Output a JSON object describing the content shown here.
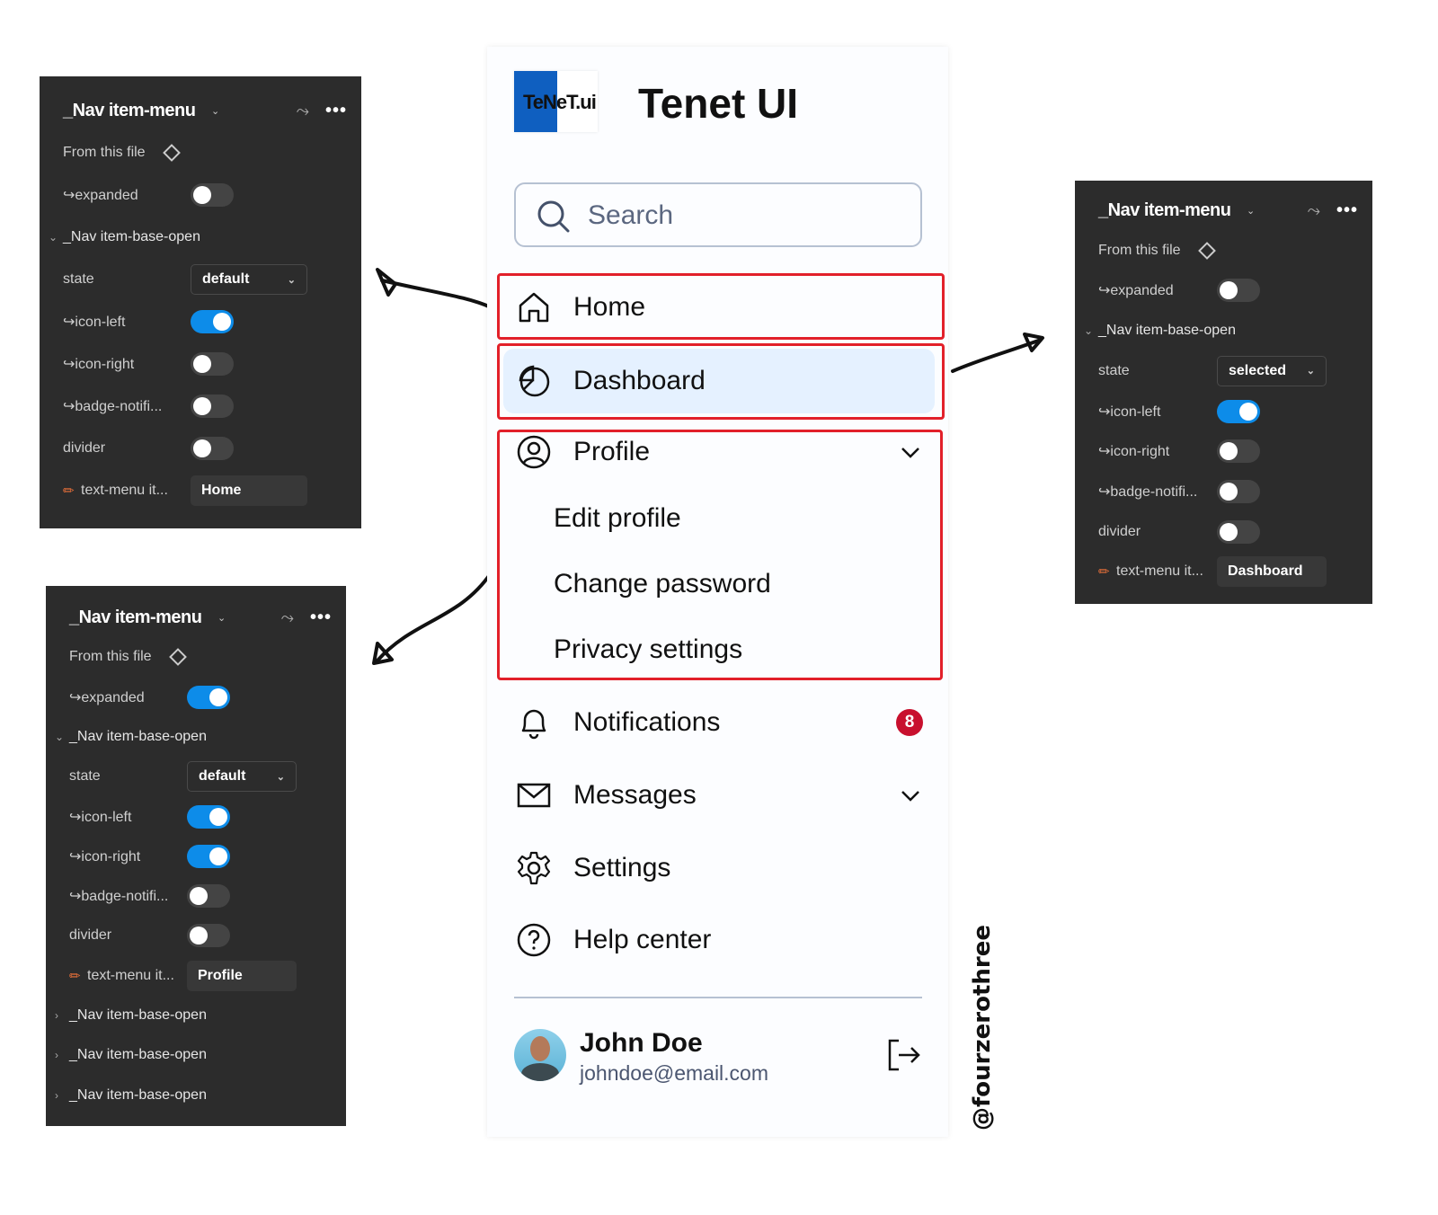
{
  "panels": [
    {
      "title": "_Nav item-menu",
      "from_file": "From this file",
      "rows": [
        {
          "type": "toggle",
          "label": "↪expanded",
          "on": false
        },
        {
          "type": "group",
          "label": "_Nav item-base-open",
          "open": true
        },
        {
          "type": "select",
          "label": "state",
          "value": "default"
        },
        {
          "type": "toggle",
          "label": "↪icon-left",
          "on": true
        },
        {
          "type": "toggle",
          "label": "↪icon-right",
          "on": false
        },
        {
          "type": "toggle",
          "label": "↪badge-notifi...",
          "on": false
        },
        {
          "type": "toggle",
          "label": "divider",
          "on": false
        },
        {
          "type": "text",
          "label": "text-menu it...",
          "value": "Home"
        }
      ]
    },
    {
      "title": "_Nav item-menu",
      "from_file": "From this file",
      "rows": [
        {
          "type": "toggle",
          "label": "↪expanded",
          "on": false
        },
        {
          "type": "group",
          "label": "_Nav item-base-open",
          "open": true
        },
        {
          "type": "select",
          "label": "state",
          "value": "selected"
        },
        {
          "type": "toggle",
          "label": "↪icon-left",
          "on": true
        },
        {
          "type": "toggle",
          "label": "↪icon-right",
          "on": false
        },
        {
          "type": "toggle",
          "label": "↪badge-notifi...",
          "on": false
        },
        {
          "type": "toggle",
          "label": "divider",
          "on": false
        },
        {
          "type": "text",
          "label": "text-menu it...",
          "value": "Dashboard"
        }
      ]
    },
    {
      "title": "_Nav item-menu",
      "from_file": "From this file",
      "rows": [
        {
          "type": "toggle",
          "label": "↪expanded",
          "on": true
        },
        {
          "type": "group",
          "label": "_Nav item-base-open",
          "open": true
        },
        {
          "type": "select",
          "label": "state",
          "value": "default"
        },
        {
          "type": "toggle",
          "label": "↪icon-left",
          "on": true
        },
        {
          "type": "toggle",
          "label": "↪icon-right",
          "on": true
        },
        {
          "type": "toggle",
          "label": "↪badge-notifi...",
          "on": false
        },
        {
          "type": "toggle",
          "label": "divider",
          "on": false
        },
        {
          "type": "text",
          "label": "text-menu it...",
          "value": "Profile"
        },
        {
          "type": "group",
          "label": "_Nav item-base-open",
          "open": false
        },
        {
          "type": "group",
          "label": "_Nav item-base-open",
          "open": false
        },
        {
          "type": "group",
          "label": "_Nav item-base-open",
          "open": false
        }
      ]
    }
  ],
  "sidebar": {
    "logo_text": "TeNeT.ui",
    "app_title": "Tenet UI",
    "search_placeholder": "Search",
    "items": [
      {
        "label": "Home",
        "icon": "home-icon"
      },
      {
        "label": "Dashboard",
        "icon": "pie-chart-icon",
        "selected": true
      },
      {
        "label": "Profile",
        "icon": "user-circle-icon",
        "expanded": true,
        "children": [
          "Edit profile",
          "Change password",
          "Privacy settings"
        ]
      },
      {
        "label": "Notifications",
        "icon": "bell-icon",
        "badge": "8"
      },
      {
        "label": "Messages",
        "icon": "mail-icon",
        "expandable": true
      },
      {
        "label": "Settings",
        "icon": "gear-icon"
      },
      {
        "label": "Help center",
        "icon": "help-circle-icon"
      }
    ],
    "user": {
      "name": "John Doe",
      "email": "johndoe@email.com"
    }
  },
  "watermark": "@fourzerothree",
  "colors": {
    "accent": "#0d8ce9",
    "highlight_border": "#e2202a",
    "selected_bg": "#e5f1ff",
    "badge": "#c8102e",
    "panel_bg": "#2c2c2c"
  }
}
